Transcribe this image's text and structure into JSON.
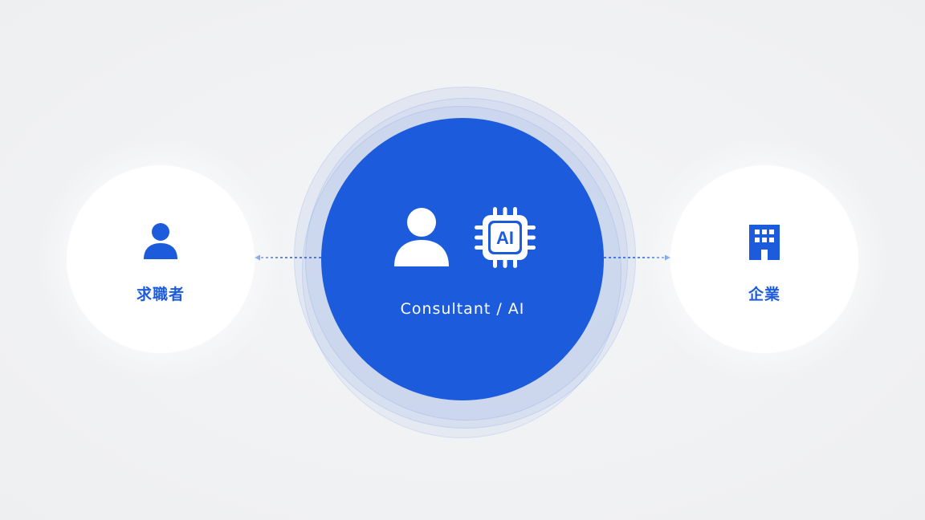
{
  "hub": {
    "label": "Consultant / AI",
    "chip_text": "AI",
    "color": "#1c5bdc",
    "icons": [
      "person-icon",
      "ai-chip-icon"
    ]
  },
  "left_node": {
    "label": "求職者",
    "icon": "person-icon"
  },
  "right_node": {
    "label": "企業",
    "icon": "building-icon"
  },
  "connectors": {
    "style": "dotted",
    "arrowheads": "outward"
  },
  "colors": {
    "accent": "#1c5bdc",
    "background": "#f0f1f3",
    "node_fill": "#ffffff"
  }
}
